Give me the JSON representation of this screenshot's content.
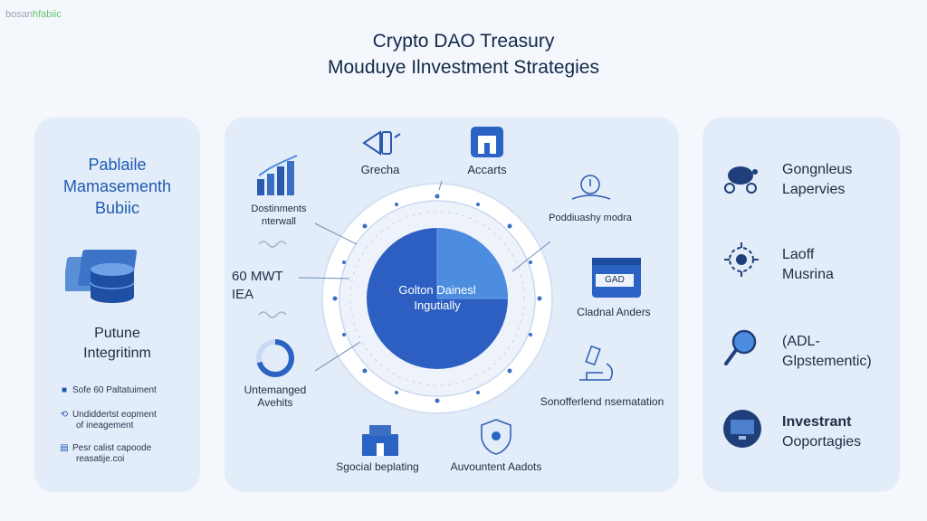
{
  "watermark": {
    "part1": "bosan",
    "part2": "hfabiic"
  },
  "title": {
    "line1": "Crypto DAO Treasury",
    "line2": "Mouduye Ilnvestment Strategies"
  },
  "left_panel": {
    "heading": [
      "Pablaile",
      "Mamasementh",
      "Bubiic"
    ],
    "subheading": [
      "Putune",
      "Integritinm"
    ],
    "items": [
      {
        "icon": "square-icon",
        "lines": [
          "Sofe 60 Paltatuiment"
        ]
      },
      {
        "icon": "refresh-icon",
        "lines": [
          "Undiddertst eopment",
          "of ineagement"
        ]
      },
      {
        "icon": "doc-icon",
        "lines": [
          "Pesr calist capoode",
          "reasatije.coi"
        ]
      }
    ]
  },
  "center": {
    "core_text": [
      "Golton Dainesl",
      "Ingutially"
    ],
    "labels": {
      "top_left": "Grecha",
      "top_right": "Accarts",
      "upper_left": [
        "Dostinments",
        "nterwall"
      ],
      "upper_right": "Poddiuashy modra",
      "mid_left": [
        "60 MWT",
        "IEA"
      ],
      "mid_right": "Cladnal Anders",
      "lower_left": [
        "Untemanged",
        "Avehits"
      ],
      "lower_right": "Sonofferlend nsematation",
      "bottom_left": "Sgocial beplating",
      "bottom_right": "Auvountent Aadots"
    },
    "badge_text": "GAD"
  },
  "right_panel": {
    "items": [
      {
        "icon": "turtle-icon",
        "lines": [
          "Gongnleus",
          "Lapervies"
        ]
      },
      {
        "icon": "network-gear-icon",
        "lines": [
          "Laoff",
          "Musrina"
        ]
      },
      {
        "icon": "magnifier-icon",
        "lines": [
          "(ADL-",
          "Glpstementic)"
        ]
      },
      {
        "icon": "monitor-icon",
        "lines": [
          "Investrant",
          "Ooportagies"
        ],
        "bold_first": true
      }
    ]
  },
  "colors": {
    "accent": "#2a63c4",
    "panel": "#e3ecf9",
    "core_light": "#4d8de0",
    "core_dark": "#2d5fc2",
    "background": "#f4f7fc"
  }
}
